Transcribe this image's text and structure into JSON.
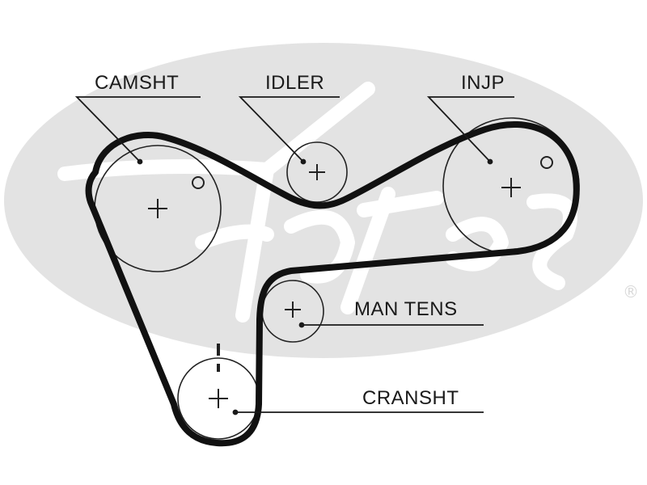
{
  "colors": {
    "background": "#ffffff",
    "watermark": "#e3e3e3",
    "belt": "#111111",
    "pulley_stroke": "#222222",
    "text": "#1a1a1a"
  },
  "watermark": {
    "brand": "Gates",
    "registered_mark": "®"
  },
  "labels": {
    "camshaft": "CAMSHT",
    "idler": "IDLER",
    "injection_pump": "INJP",
    "manual_tensioner": "MAN TENS",
    "crankshaft": "CRANSHT"
  }
}
